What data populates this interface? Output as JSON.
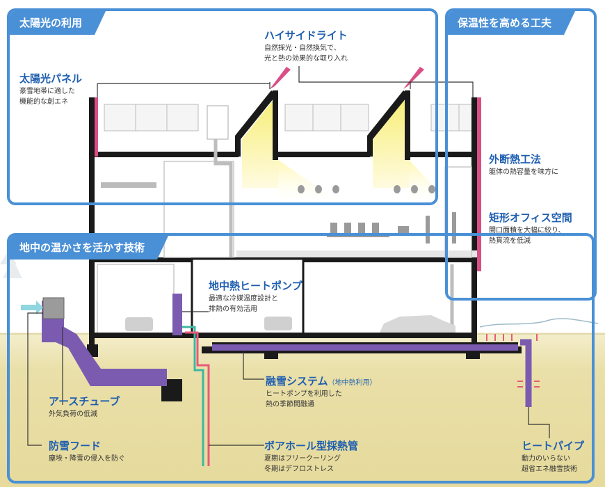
{
  "sections": {
    "solar_use": "太陽光の利用",
    "insulation": "保温性を高める工夫",
    "ground_warmth": "地中の温かさを活かす技術"
  },
  "labels": {
    "solar_panel": {
      "title": "太陽光パネル",
      "desc1": "豪雪地帯に適した",
      "desc2": "機能的な創エネ"
    },
    "high_side_light": {
      "title": "ハイサイドライト",
      "desc1": "自然採光・自然換気で、",
      "desc2": "光と熱の効果的な取り入れ"
    },
    "exterior_insulation": {
      "title": "外断熱工法",
      "desc1": "躯体の熱容量を味方に"
    },
    "rect_office": {
      "title": "矩形オフィス空間",
      "desc1": "開口面積を大幅に絞り、",
      "desc2": "熱貫流を低減"
    },
    "geo_heat_pump": {
      "title": "地中熱ヒートポンプ",
      "desc1": "最適な冷媒温度設計と",
      "desc2": "排熱の有効活用"
    },
    "snow_melting": {
      "title": "融雪システム",
      "title_suffix": "（地中熱利用）",
      "desc1": "ヒートポンプを利用した",
      "desc2": "熱の季節間融通"
    },
    "earth_tube": {
      "title": "アースチューブ",
      "desc1": "外気負荷の低減"
    },
    "snow_hood": {
      "title": "防雪フード",
      "desc1": "塵埃・降雪の侵入を防ぐ"
    },
    "borehole": {
      "title": "ボアホール型採熱管",
      "desc1": "夏期はフリークーリング",
      "desc2": "冬期はデフロストレス"
    },
    "heat_pipe": {
      "title": "ヒートパイプ",
      "desc1": "動力のいらない",
      "desc2": "超省エネ融雪技術"
    }
  },
  "colors": {
    "accent_blue": "#4a90d6",
    "title_blue": "#1f5fb0",
    "ground": "#e9dfa8",
    "pipe_purple": "#7b5bb0",
    "panel_pink": "#d94f86",
    "light_yellow": "#f7ee7a"
  }
}
